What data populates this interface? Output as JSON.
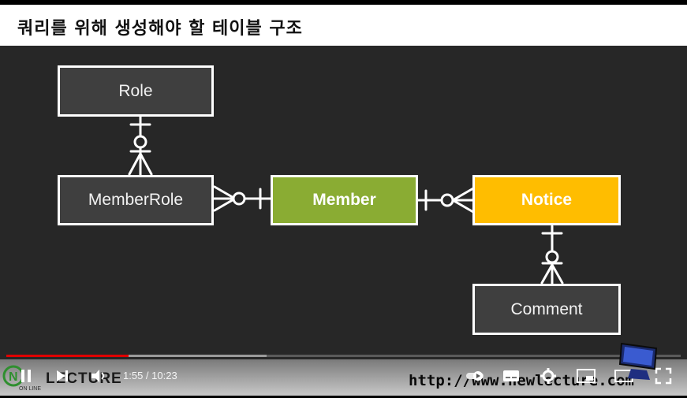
{
  "slide": {
    "title": "쿼리를 위해 생성해야 할 테이블 구조"
  },
  "diagram": {
    "entities": {
      "role": "Role",
      "member_role": "MemberRole",
      "member": "Member",
      "notice": "Notice",
      "comment": "Comment"
    },
    "colors": {
      "entity_fill": "#3f3f3f",
      "member_fill": "#8aac33",
      "notice_fill": "#ffbd00",
      "border": "#ffffff"
    }
  },
  "player": {
    "time": "1:55 / 10:23",
    "progress_played": 0.181,
    "progress_buffered": 0.386,
    "brand": "LECTURE",
    "brand_sub": "ON LINE",
    "watermark": "http://www.newlecture.com"
  }
}
